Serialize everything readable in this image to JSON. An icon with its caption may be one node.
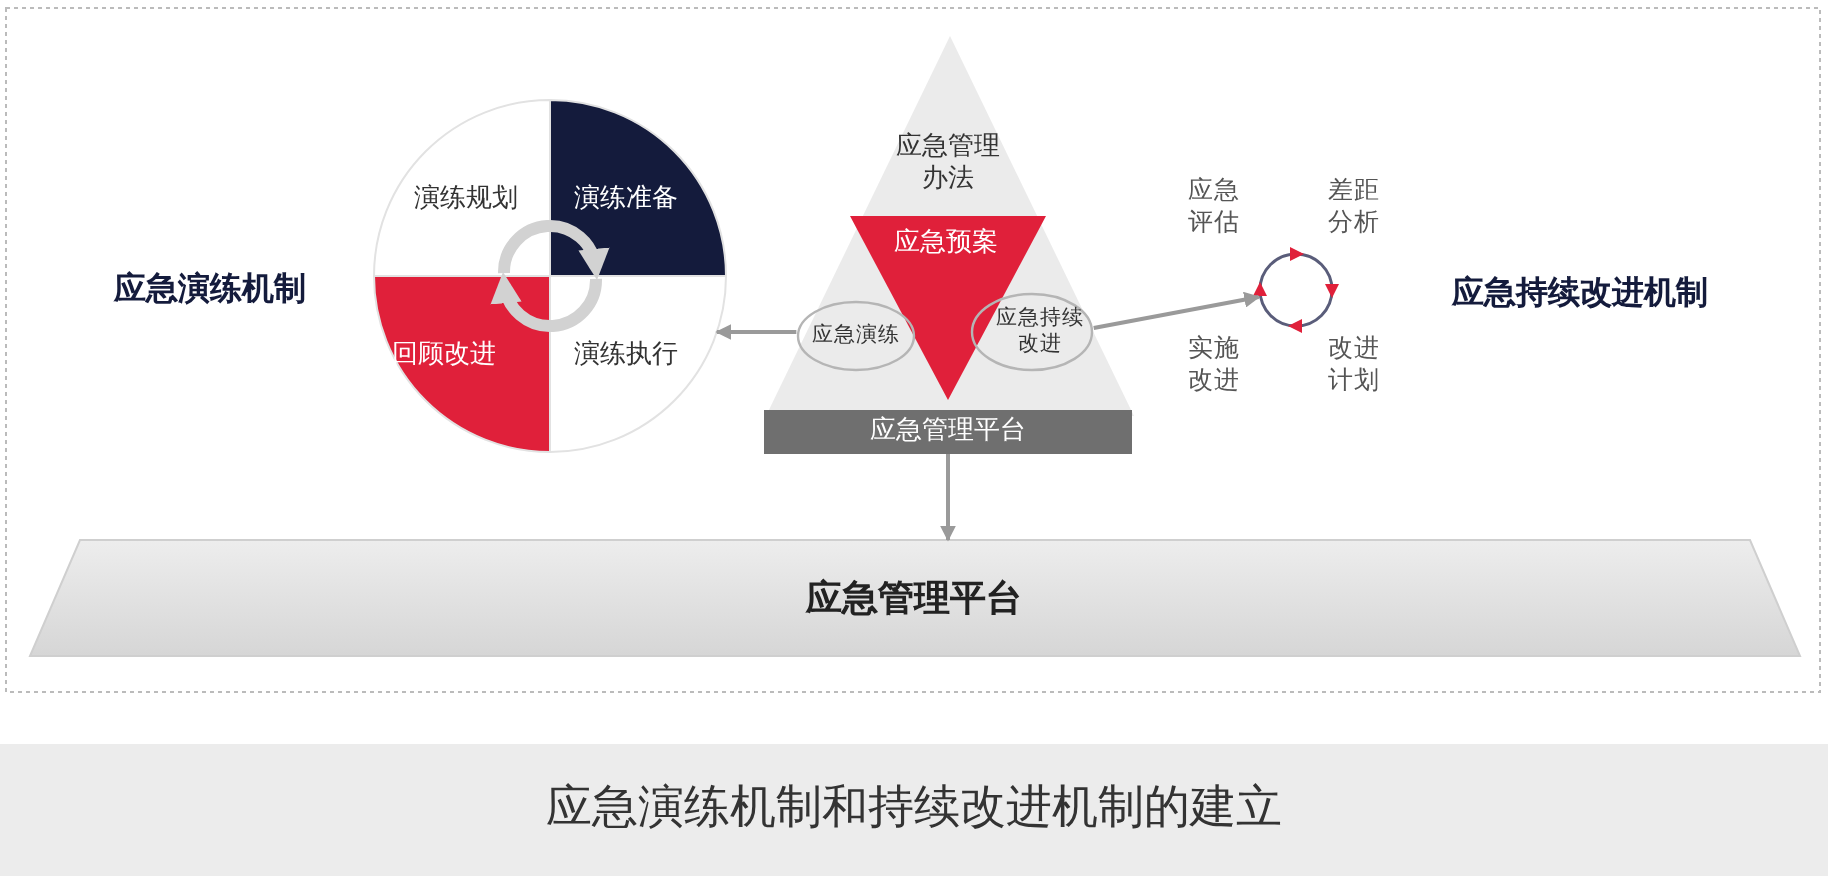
{
  "diagram": {
    "caption": "应急演练机制和持续改进机制的建立",
    "nodes": [
      {
        "text": [],
        "shape": "circle"
      },
      {
        "text": [
          "演练规划"
        ],
        "in": 0
      },
      {
        "text": [
          "演练准备"
        ],
        "in": 0
      },
      {
        "text": [
          "回顾改进"
        ],
        "in": 0
      },
      {
        "text": [
          "演练执行"
        ],
        "in": 0
      },
      {
        "text": [
          "应急管理办法"
        ]
      },
      {
        "text": [
          "应急预案"
        ],
        "in": 5
      },
      {
        "text": [
          "应急演练"
        ],
        "in": 5
      },
      {
        "text": [
          "应急持续改进"
        ],
        "in": 5
      },
      {
        "text": [
          "应急管理平台"
        ]
      },
      {
        "text": [],
        "shape": "circle"
      },
      {
        "text": [
          "应急管理平台"
        ]
      }
    ],
    "edges": [
      {
        "from": 7,
        "to": 0,
        "arrow": "to"
      },
      {
        "from": 8,
        "to": 10,
        "arrow": "to"
      },
      {
        "from": 9,
        "to": 11,
        "arrow": "to"
      },
      {
        "from": 1,
        "to": 2,
        "arrow": "to",
        "style": "thick",
        "color": "#d2d2d2"
      },
      {
        "from": 4,
        "to": 3,
        "arrow": "to",
        "style": "thick",
        "color": "#d2d2d2"
      }
    ],
    "labels": [
      "应急演练机制",
      "应急评估",
      "差距分析",
      "实施改进",
      "改进计划",
      "应急持续改进机制"
    ]
  }
}
